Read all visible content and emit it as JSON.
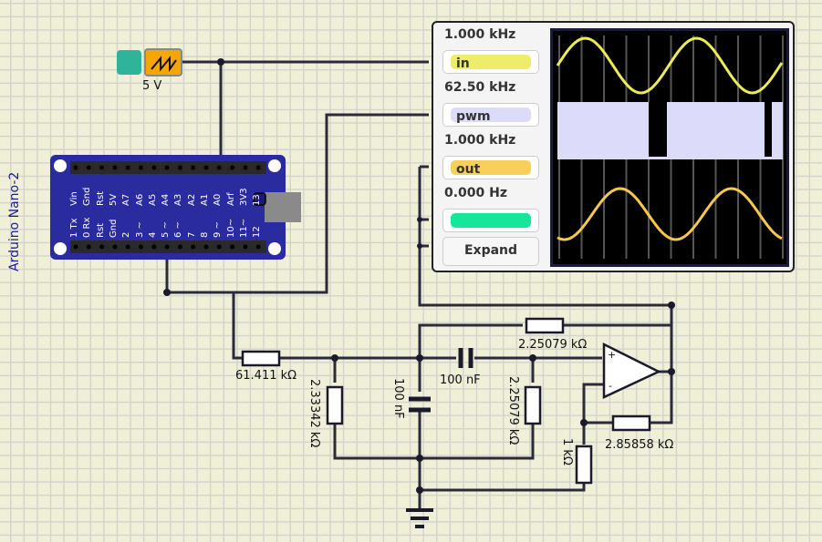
{
  "source": {
    "label": "5 V",
    "icon": "sawtooth-wave-icon"
  },
  "arduino": {
    "title": "Arduino Nano-2",
    "top_pins": [
      "Vin",
      "Gnd",
      "Rst",
      "5V",
      "A7",
      "A6",
      "A5",
      "A4",
      "A3",
      "A2",
      "A1",
      "A0",
      "Arf",
      "3V3",
      "13"
    ],
    "bottom_pins": [
      "1 Tx",
      "0 Rx",
      "Rst",
      "Gnd",
      "2",
      "3 ~",
      "4",
      "5 ~",
      "6 ~",
      "7",
      "8",
      "9 ~",
      "10~",
      "11~",
      "12"
    ]
  },
  "components": {
    "r_input": "61.411 kΩ",
    "r_shunt": "2.33342 kΩ",
    "c_shunt": "100 nF",
    "c_series": "100 nF",
    "r_feedback": "2.25079 kΩ",
    "r_plus": "2.25079 kΩ",
    "r_gain": "2.85858 kΩ",
    "r_ground": "1 kΩ",
    "opamp_plus": "+",
    "opamp_minus": "-"
  },
  "scope": {
    "channels": [
      {
        "freq": "1.000 kHz",
        "name": "in",
        "color": "#eded6a"
      },
      {
        "freq": "62.50 kHz",
        "name": "pwm",
        "color": "#dcdcf8"
      },
      {
        "freq": "1.000 kHz",
        "name": "out",
        "color": "#f8cf5a"
      },
      {
        "freq": "0.000 Hz",
        "name": "",
        "color": "#14e69a"
      }
    ],
    "expand_label": "Expand",
    "traces": {
      "in_color": "#ecec58",
      "pwm_color": "#dcdcfa",
      "out_color": "#f7c84e"
    }
  }
}
